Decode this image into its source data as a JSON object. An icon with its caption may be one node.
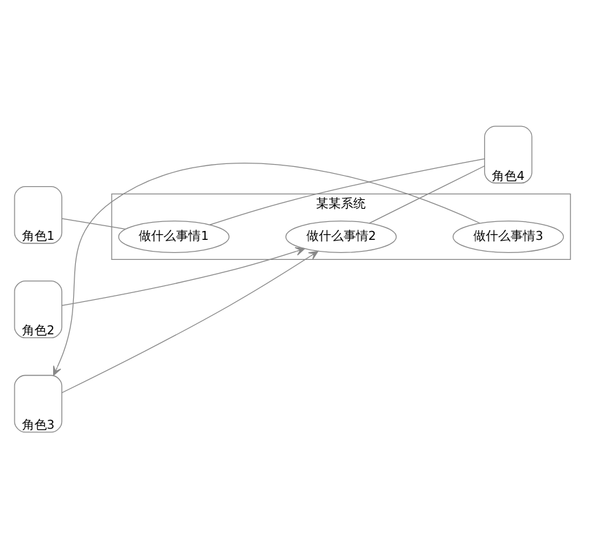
{
  "diagram": {
    "nodes": [
      {
        "text": [
          "某某系统"
        ]
      },
      {
        "text": [
          "做什么事情1"
        ],
        "in": 0
      },
      {
        "text": [
          "做什么事情2"
        ],
        "in": 0
      },
      {
        "text": [
          "做什么事情3"
        ],
        "in": 0
      },
      {
        "text": [
          "角色1"
        ]
      },
      {
        "text": [
          "角色2"
        ]
      },
      {
        "text": [
          "角色3"
        ]
      },
      {
        "text": [
          "角色4"
        ]
      }
    ],
    "edges": [
      {
        "from": 4,
        "to": 1,
        "arrow": "none"
      },
      {
        "from": 5,
        "to": 2,
        "arrow": "to"
      },
      {
        "from": 6,
        "to": 2,
        "arrow": "to"
      },
      {
        "from": 3,
        "to": 6,
        "arrow": "to"
      },
      {
        "from": 1,
        "to": 7,
        "arrow": "none"
      },
      {
        "from": 2,
        "to": 7,
        "arrow": "none"
      }
    ]
  }
}
